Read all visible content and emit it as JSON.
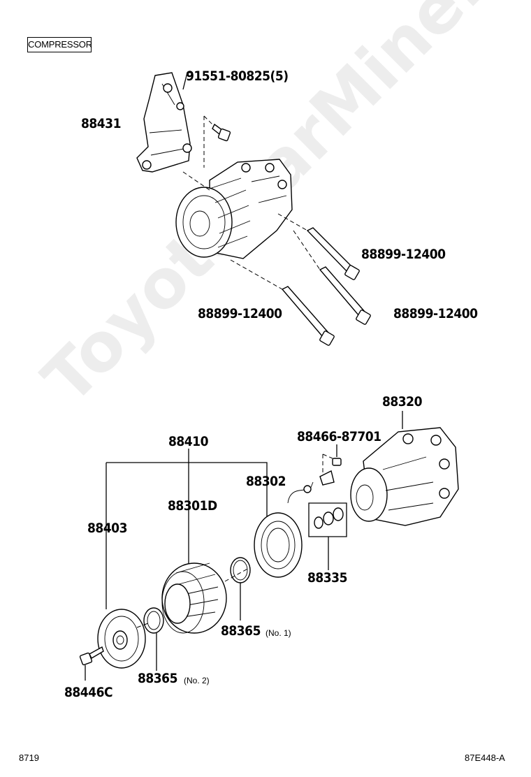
{
  "section_title": "COMPRESSOR",
  "callouts": {
    "bolt_bracket": "91551-80825(5)",
    "bracket": "88431",
    "bolt_upper_right": "88899-12400",
    "bolt_lower_left": "88899-12400",
    "bolt_lower_right": "88899-12400",
    "compressor_assy": "88320",
    "bolt_switch": "88466-87701",
    "clutch_assy": "88410",
    "stator": "88302",
    "pulley": "88301D",
    "hub": "88403",
    "oring_kit": "88335",
    "snap_ring_1": "88365",
    "snap_ring_1_note": "(No. 1)",
    "snap_ring_2": "88365",
    "snap_ring_2_note": "(No. 2)",
    "hub_bolt": "88446C"
  },
  "footer": {
    "page_code": "8719",
    "figure_code": "87E448-A"
  },
  "watermark": "ToyotaCarMine.ru"
}
